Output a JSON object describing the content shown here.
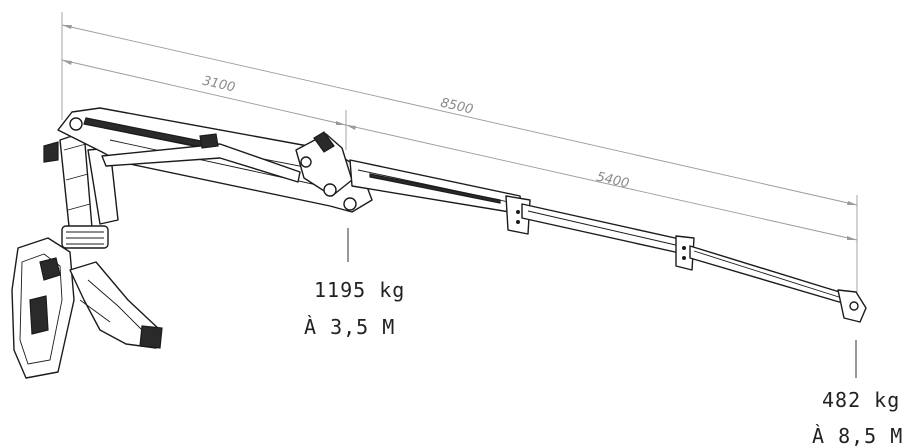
{
  "dimensions": {
    "overall": "8500",
    "inner_boom": "3100",
    "outer_boom": "5400"
  },
  "loads": {
    "near": {
      "weight": "1195 kg",
      "reach": "À 3,5 M"
    },
    "far": {
      "weight": "482 kg",
      "reach": "À 8,5 M"
    }
  },
  "colors": {
    "line": "#1b1b1b",
    "dimension": "#9a9a9a",
    "label": "#222222"
  }
}
